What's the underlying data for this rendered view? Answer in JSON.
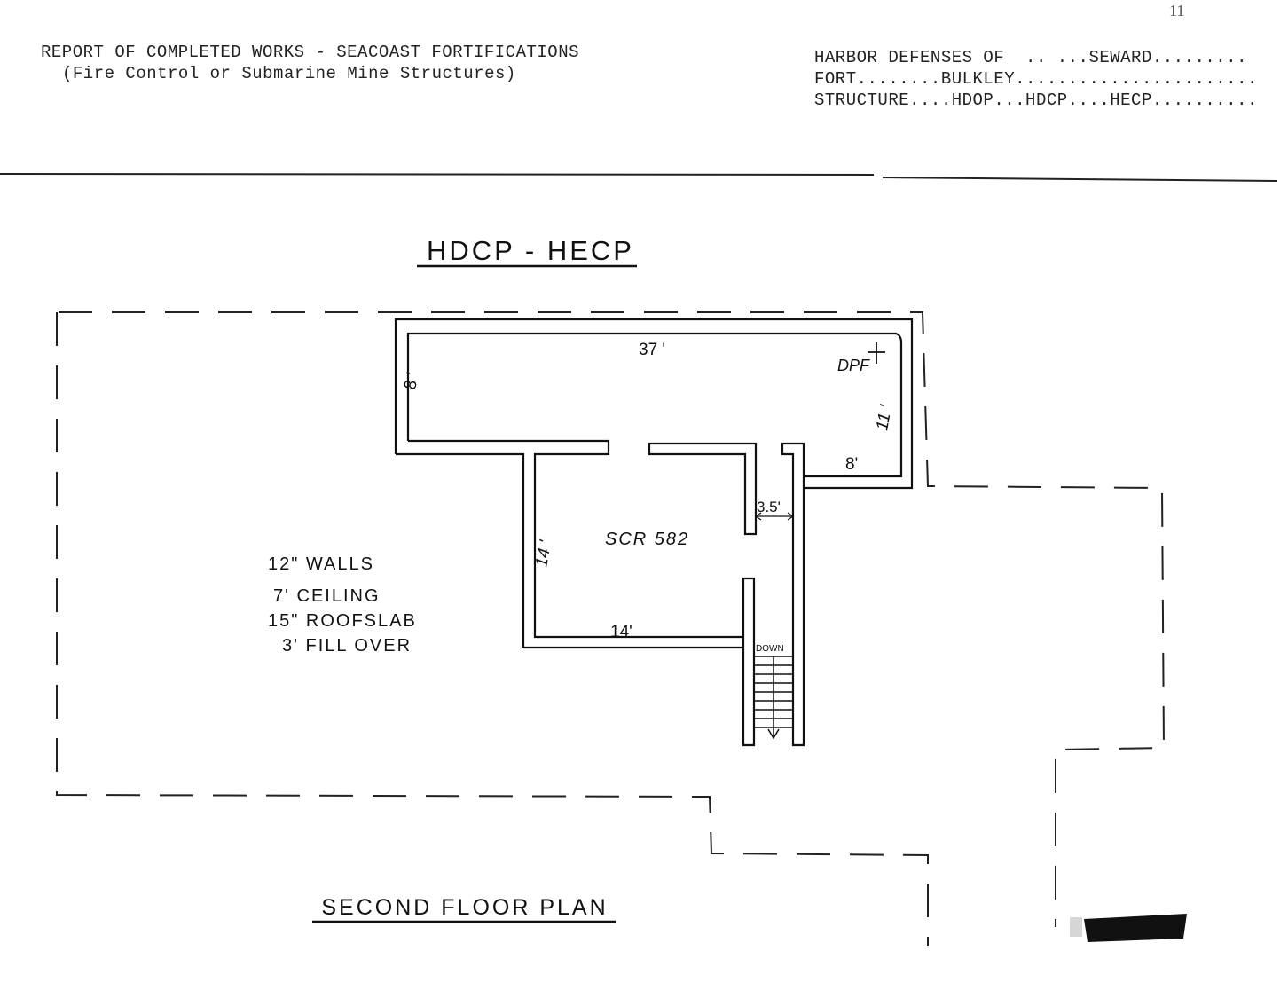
{
  "page_number": "11",
  "header": {
    "report_line": "REPORT OF COMPLETED WORKS - SEACOAST FORTIFICATIONS",
    "sub_line": "(Fire Control or Submarine Mine Structures)",
    "harbor": "HARBOR DEFENSES OF  .. ...SEWARD.........",
    "fort": "FORT........BULKLEY.......................",
    "structure": "STRUCTURE....HDOP...HDCP....HECP.........."
  },
  "drawing": {
    "title": "HDCP - HECP",
    "caption": "SECOND FLOOR PLAN",
    "room_label": "SCR 582",
    "dpf_label": "DPF",
    "stair_label": "DOWN",
    "dimensions": {
      "top_length": "37 '",
      "left_height": "8 '",
      "right_height": "11 '",
      "right_bottom": "8'",
      "passage_width": "3.5'",
      "room_height": "14 '",
      "room_width": "14'"
    },
    "specs": [
      "12\" WALLS",
      "7'  CEILING",
      "15\" ROOFSLAB",
      "3'  FILL OVER"
    ]
  },
  "stamp": "redacted mark"
}
